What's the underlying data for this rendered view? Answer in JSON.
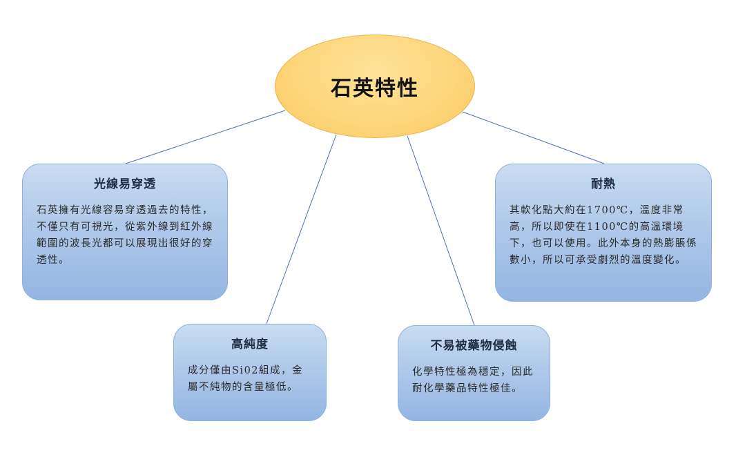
{
  "diagram": {
    "center": {
      "title": "石英特性"
    },
    "nodes": {
      "light": {
        "title": "光線易穿透",
        "body": "石英擁有光線容易穿透過去的特性，不僅只有可視光，從紫外線到紅外線範圍的波長光都可以展現出很好的穿透性。"
      },
      "heat": {
        "title": "耐熱",
        "body": "其軟化點大約在1700℃，溫度非常高，所以即使在1100℃的高溫環境下，也可以使用。此外本身的熱膨脹係數小，所以可承受劇烈的溫度變化。"
      },
      "purity": {
        "title": "高純度",
        "body": "成分僅由Si02組成，金屬不純物的含量極低。"
      },
      "chem": {
        "title": "不易被藥物侵蝕",
        "body": "化學特性極為穩定，因此耐化學藥品特性極佳。"
      }
    }
  },
  "colors": {
    "center_fill": "#fdd67c",
    "center_border": "#e8b54a",
    "card_fill": "#afc9ea",
    "card_border": "#8fb0dc",
    "connector": "#4a6fb5"
  }
}
